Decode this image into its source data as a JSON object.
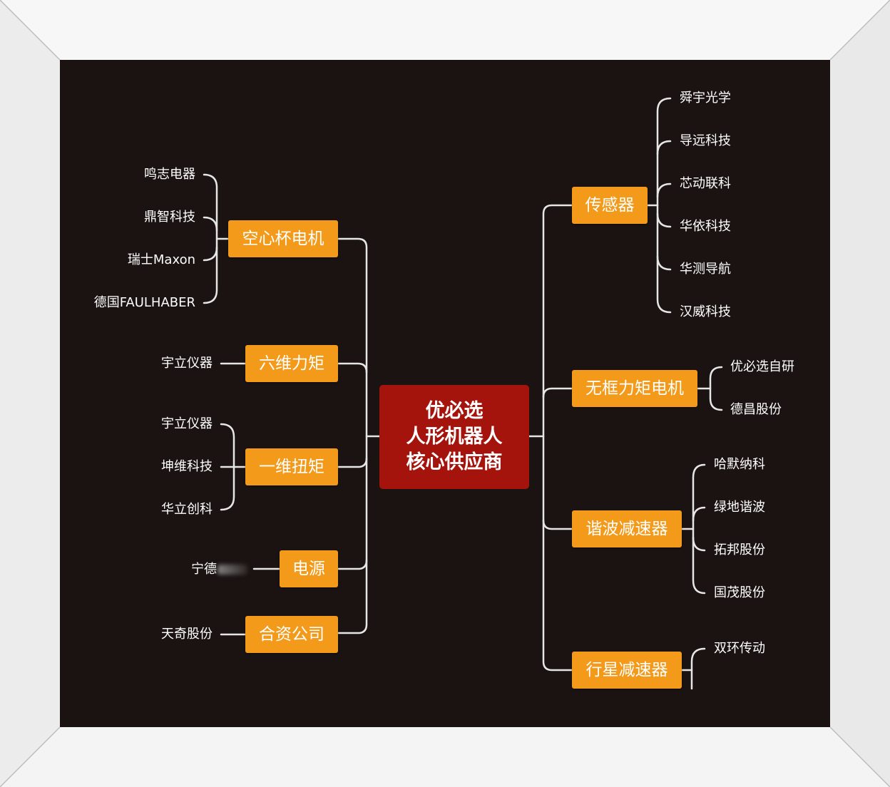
{
  "center": {
    "lines": [
      "优必选",
      "人形机器人",
      "核心供应商"
    ]
  },
  "left": [
    {
      "label": "空心杯电机",
      "items": [
        "鸣志电器",
        "鼎智科技",
        "瑞士Maxon",
        "德国FAULHABER"
      ]
    },
    {
      "label": "六维力矩",
      "items": [
        "宇立仪器"
      ]
    },
    {
      "label": "一维扭矩",
      "items": [
        "宇立仪器",
        "坤维科技",
        "华立创科"
      ]
    },
    {
      "label": "电源",
      "items": [
        "宁德"
      ]
    },
    {
      "label": "合资公司",
      "items": [
        "天奇股份"
      ]
    }
  ],
  "right": [
    {
      "label": "传感器",
      "items": [
        "舜宇光学",
        "导远科技",
        "芯动联科",
        "华依科技",
        "华测导航",
        "汉威科技"
      ]
    },
    {
      "label": "无框力矩电机",
      "items": [
        "优必选自研",
        "德昌股份"
      ]
    },
    {
      "label": "谐波减速器",
      "items": [
        "哈默纳科",
        "绿地谐波",
        "拓邦股份",
        "国茂股份"
      ]
    },
    {
      "label": "行星减速器",
      "items": [
        "双环传动"
      ]
    }
  ],
  "colors": {
    "node": "#f39a1b",
    "center": "#a4140d",
    "background": "#1a1311",
    "line": "#e6e6e6"
  }
}
